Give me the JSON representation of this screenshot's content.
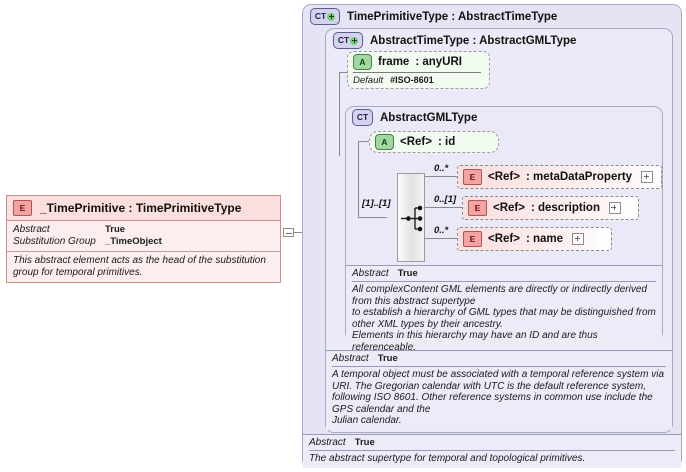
{
  "diagram": {
    "title": "XSD schema diagram for _TimePrimitive",
    "root_element": {
      "icon": "element-icon",
      "icon_label": "E",
      "title": "_TimePrimitive : TimePrimitiveType",
      "properties": [
        {
          "key": "Abstract",
          "value": "True"
        },
        {
          "key": "Substitution Group",
          "value": "_TimeObject"
        }
      ],
      "documentation": "This abstract element acts as the head of the substitution group for temporal primitives."
    },
    "types": [
      {
        "id": "timeprimitivetype",
        "icon": "complextype-expand-icon",
        "icon_label": "CT",
        "has_plus": true,
        "title": "TimePrimitiveType : AbstractTimeType",
        "doc_key": "Abstract",
        "doc_value": "True",
        "documentation": "The abstract supertype for temporal and topological primitives."
      },
      {
        "id": "abstracttimetype",
        "icon": "complextype-expand-icon",
        "icon_label": "CT",
        "has_plus": true,
        "title": "AbstractTimeType : AbstractGMLType",
        "doc_key": "Abstract",
        "doc_value": "True",
        "documentation": "A temporal object must be associated with a temporal reference system via URI. The Gregorian calendar with UTC is the default reference system, following ISO 8601. Other reference systems in common use include the GPS calendar and the\nJulian calendar."
      },
      {
        "id": "abstractgmltype",
        "icon": "complextype-icon",
        "icon_label": "CT",
        "has_plus": false,
        "title": "AbstractGMLType",
        "doc_key": "Abstract",
        "doc_value": "True",
        "documentation": "All complexContent GML elements are directly or indirectly derived from this abstract supertype\nto establish a hierarchy of GML types that may be distinguished from other XML types by their ancestry.\nElements in this hierarchy may have an ID and are thus referenceable."
      }
    ],
    "attributes": [
      {
        "id": "frame",
        "icon": "attribute-icon",
        "icon_label": "A",
        "name": "frame",
        "type": ": anyURI",
        "default_key": "Default",
        "default_value": "#ISO-8601"
      },
      {
        "id": "id-ref",
        "icon": "attribute-icon",
        "icon_label": "A",
        "name": "<Ref>",
        "type": ": id"
      }
    ],
    "compositor": {
      "icon": "sequence-icon",
      "cardinality": "[1]..[1]"
    },
    "elements": [
      {
        "id": "metadataproperty",
        "icon": "element-icon",
        "icon_label": "E",
        "cardinality": "0..*",
        "name": "<Ref>",
        "type": ": metaDataProperty",
        "expander": "plus-expander-icon"
      },
      {
        "id": "description",
        "icon": "element-icon",
        "icon_label": "E",
        "cardinality": "0..[1]",
        "name": "<Ref>",
        "type": ": description",
        "expander": "plus-expander-icon"
      },
      {
        "id": "name",
        "icon": "element-icon",
        "icon_label": "E",
        "cardinality": "0..*",
        "name": "<Ref>",
        "type": ": name",
        "expander": "plus-expander-icon"
      }
    ],
    "colors": {
      "container_bg": "#e4e4f4",
      "container_border": "#a9a9c4",
      "element_pink": "#fbdede",
      "attribute_green": "#f2fbf0",
      "line": "#8a8a8a"
    }
  }
}
